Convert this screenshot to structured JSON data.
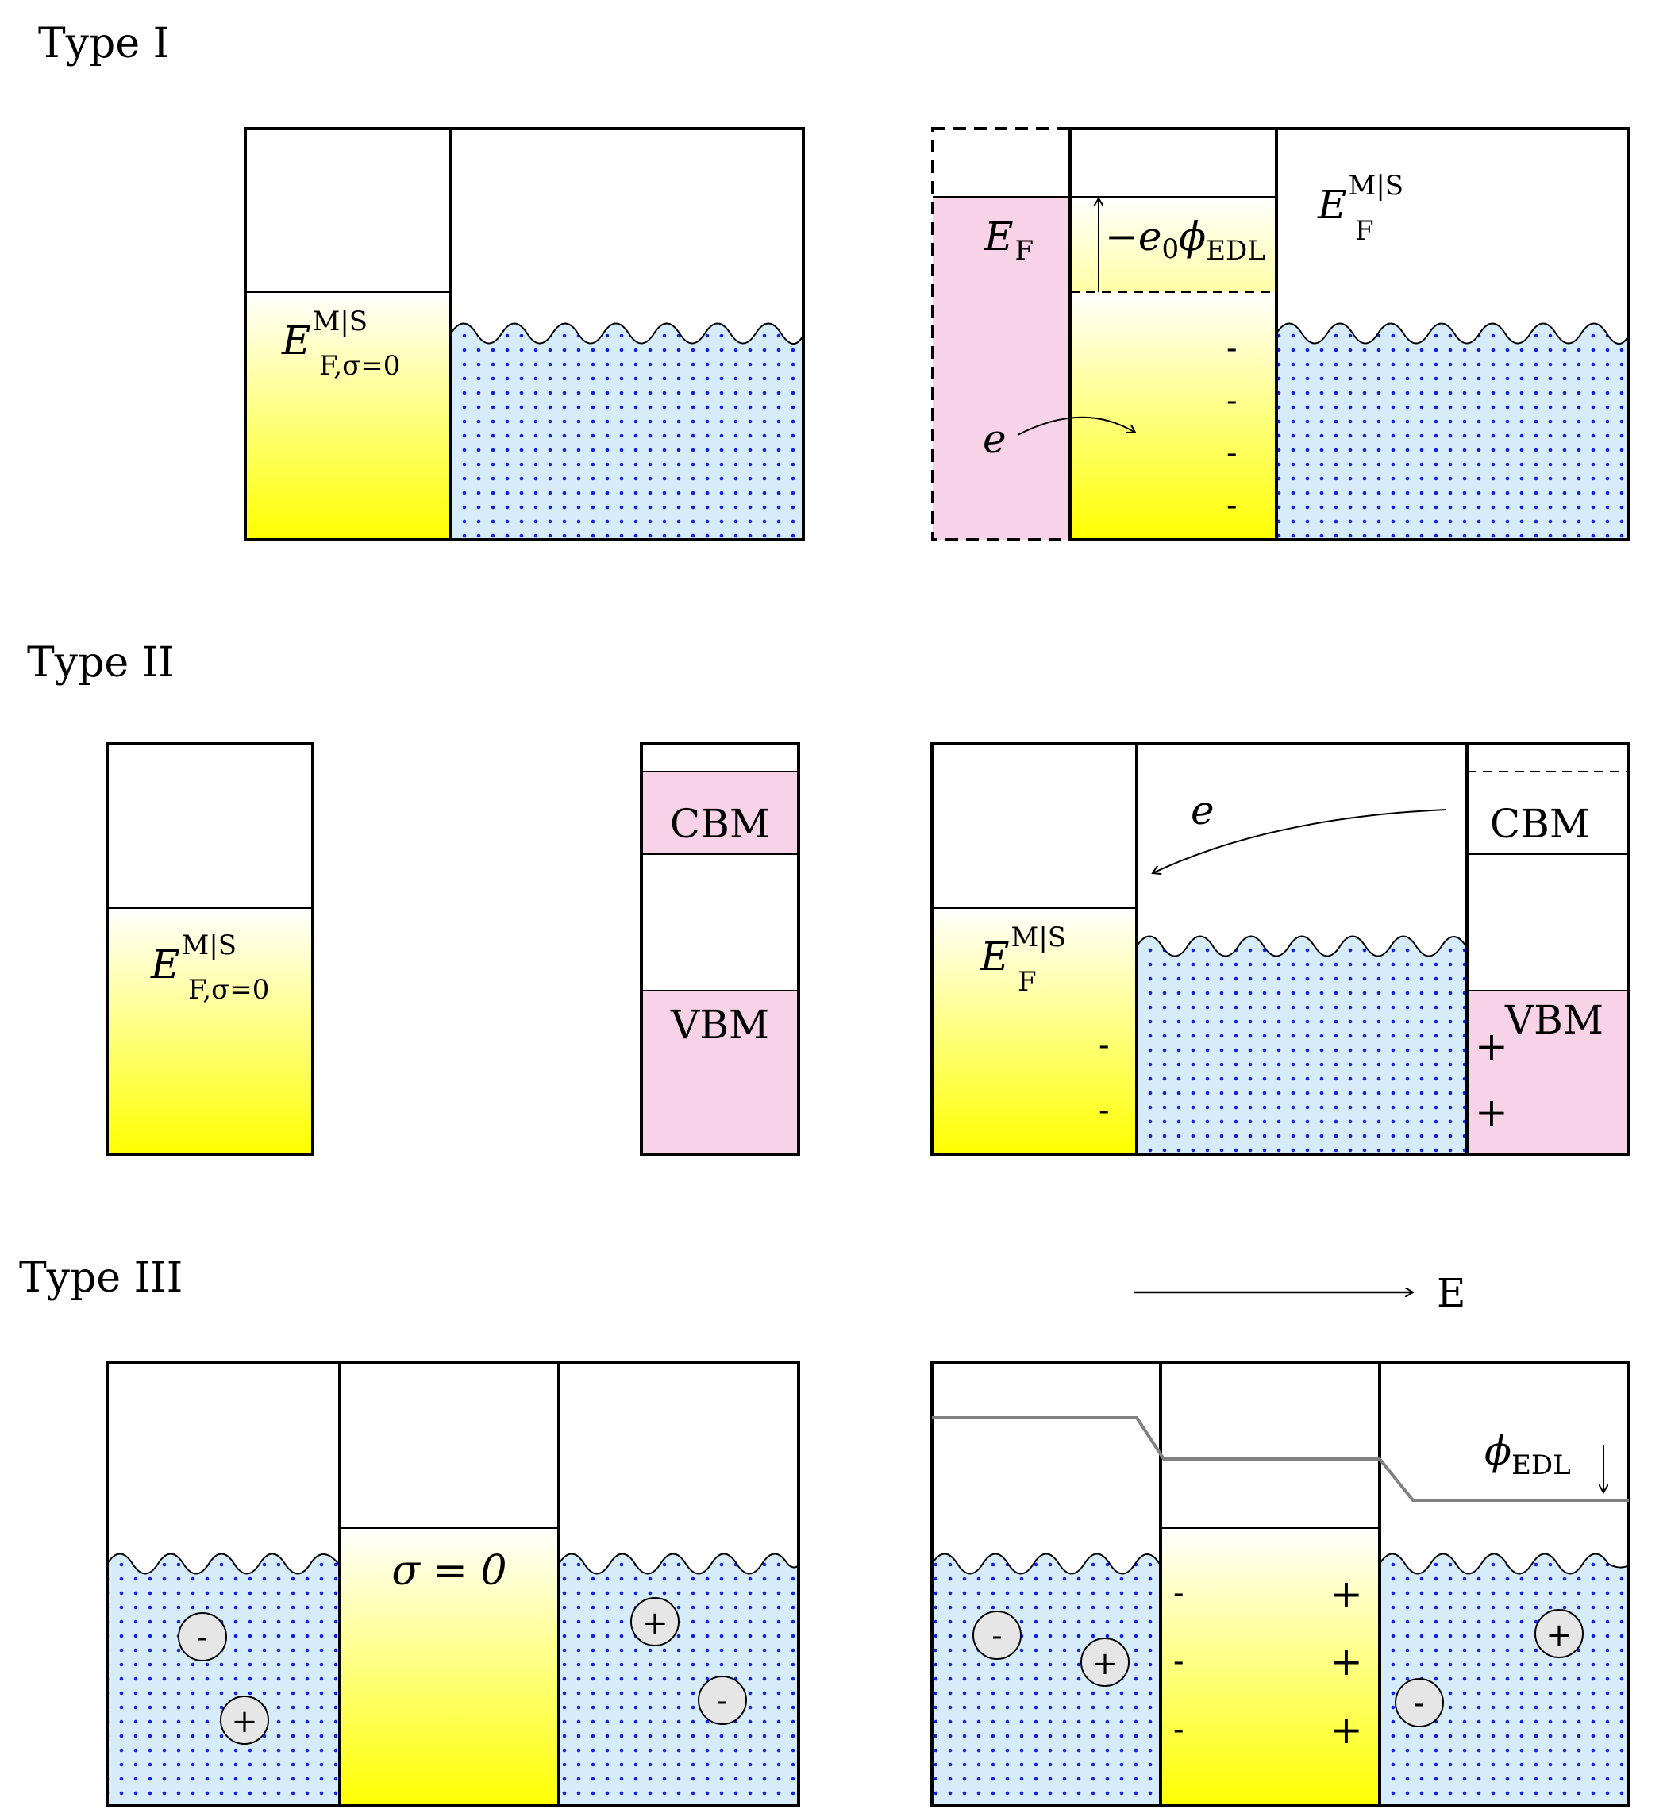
{
  "headings": {
    "type1": "Type I",
    "type2": "Type II",
    "type3": "Type III"
  },
  "labels": {
    "E": "E",
    "F": "F",
    "MS": "M|S",
    "F_sigma0": "F,σ=0",
    "e": "e",
    "e0": "e",
    "zero": "0",
    "phi": "ϕ",
    "EDL": "EDL",
    "minus_sign": "−",
    "CBM": "CBM",
    "VBM": "VBM",
    "sigma_eq_0": "σ = 0",
    "field_E": "E",
    "minus": "-",
    "plus": "+"
  },
  "colors": {
    "metal_gradient_top": "#ffffff",
    "metal_gradient_bottom": "#ffff00",
    "electrolyte_fill": "#d6ecfb",
    "electrolyte_dot": "#1020e0",
    "band_pink": "#f8d2e6",
    "ion_fill": "#e6e6e6",
    "potential_line": "#808080",
    "stroke": "#000000"
  },
  "icons": {
    "ion": "circle-ion-icon",
    "arrow": "arrow-icon"
  }
}
